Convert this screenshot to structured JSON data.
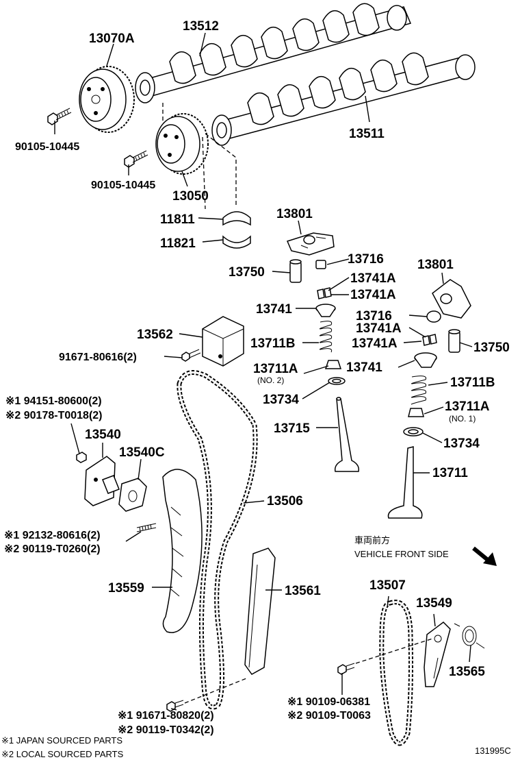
{
  "diagram": {
    "title": "Camshaft & Timing Chain",
    "figure_id": "131995C",
    "orientation": {
      "label_jp": "車両前方",
      "label_en": "VEHICLE FRONT SIDE"
    },
    "notes": [
      "※1 JAPAN SOURCED PARTS",
      "※2 LOCAL SOURCED PARTS"
    ],
    "parts": {
      "p13070A": "13070A",
      "p13512": "13512",
      "p13511": "13511",
      "p90105a": "90105-10445",
      "p90105b": "90105-10445",
      "p13050": "13050",
      "p11811": "11811",
      "p11821": "11821",
      "p13801a": "13801",
      "p13801b": "13801",
      "p13716a": "13716",
      "p13716b": "13716",
      "p13750a": "13750",
      "p13750b": "13750",
      "p13741A1": "13741A",
      "p13741A2": "13741A",
      "p13741A3": "13741A",
      "p13741A4": "13741A",
      "p13741a": "13741",
      "p13741b": "13741",
      "p13711Ba": "13711B",
      "p13711Bb": "13711B",
      "p13711Aa": "13711A",
      "p13711Ab": "13711A",
      "no2": "(NO. 2)",
      "no1": "(NO. 1)",
      "p13734a": "13734",
      "p13734b": "13734",
      "p13715": "13715",
      "p13711": "13711",
      "p13562": "13562",
      "p91671a": "91671-80616(2)",
      "p94151": "※1 94151-80600(2)",
      "p90178": "※2 90178-T0018(2)",
      "p13540": "13540",
      "p13540C": "13540C",
      "p13506": "13506",
      "p92132": "※1 92132-80616(2)",
      "p90119a": "※2 90119-T0260(2)",
      "p13559": "13559",
      "p13561": "13561",
      "p91671b": "※1 91671-80820(2)",
      "p90119b": "※2 90119-T0342(2)",
      "p13507": "13507",
      "p13549": "13549",
      "p13565": "13565",
      "p90109a": "※1 90109-06381",
      "p90109b": "※2 90109-T0063"
    }
  }
}
